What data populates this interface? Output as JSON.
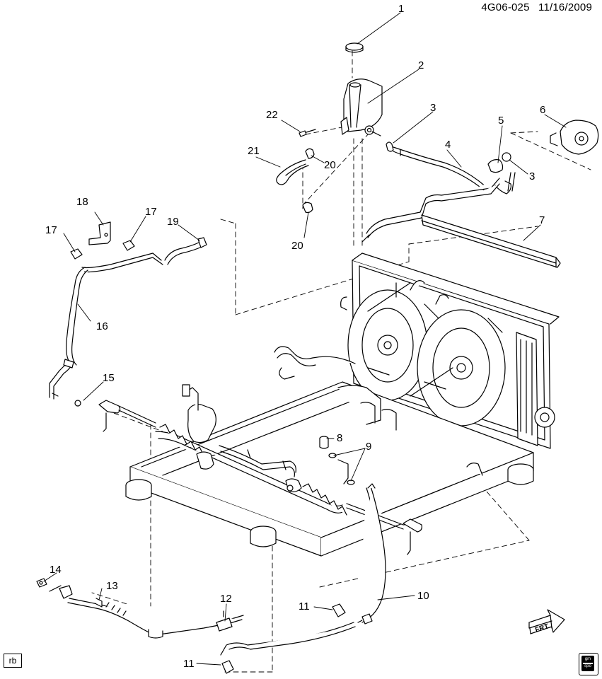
{
  "header": {
    "figure_code": "4G06-025",
    "date": "11/16/2009"
  },
  "footer": {
    "initials": "rb",
    "logo_line1": "gm",
    "logo_line2": "spo"
  },
  "front_arrow_label": "FRT",
  "callouts": [
    "1",
    "2",
    "3",
    "3",
    "4",
    "5",
    "6",
    "7",
    "8",
    "9",
    "10",
    "11",
    "11",
    "12",
    "13",
    "14",
    "15",
    "16",
    "17",
    "17",
    "18",
    "19",
    "20",
    "20",
    "21",
    "22"
  ]
}
